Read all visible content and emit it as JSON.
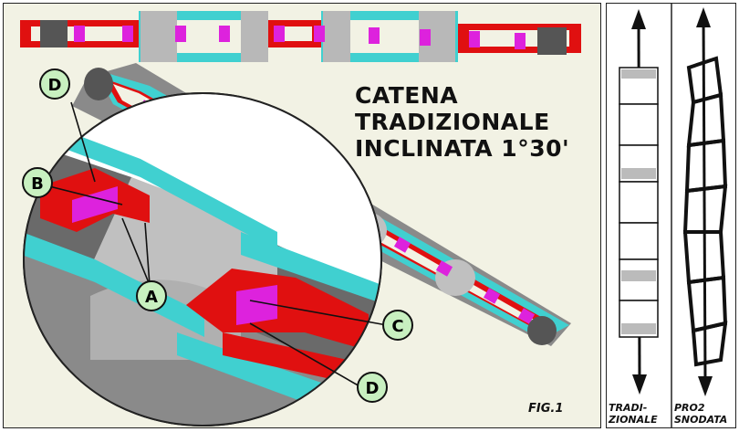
{
  "title": {
    "line1": "CATENA",
    "line2": "TRADIZIONALE",
    "line3": "INCLINATA 1°30'"
  },
  "figure_label": "FIG.1",
  "callouts": {
    "a": "A",
    "b": "B",
    "c": "C",
    "d_top": "D",
    "d_bottom": "D"
  },
  "side": {
    "left_caption_line1": "TRADI-",
    "left_caption_line2": "ZIONALE",
    "right_caption_line1": "PRO2",
    "right_caption_line2": "SNODATA"
  },
  "colors": {
    "red": "#e01010",
    "magenta": "#dd22dd",
    "cyan": "#40d0d0",
    "gray": "#b8b8b8",
    "dark_gray": "#6a6a6a"
  }
}
